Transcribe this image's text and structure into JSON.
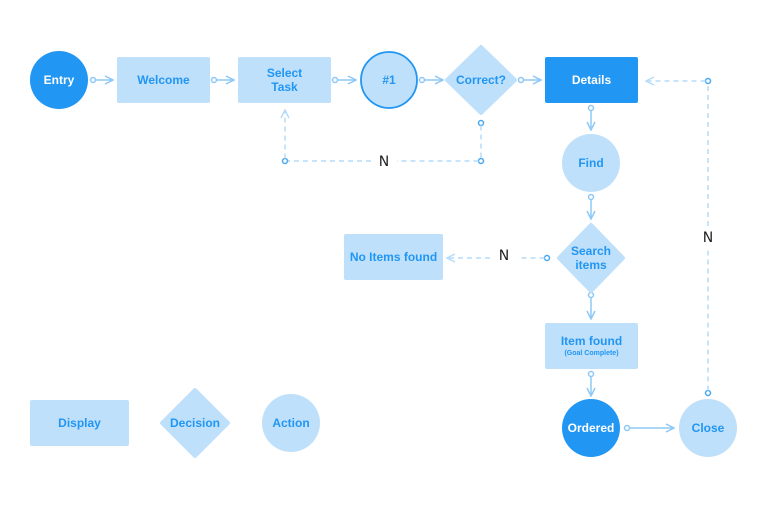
{
  "colors": {
    "light_fill": "#bfe0fb",
    "dark_fill": "#2196f3",
    "light_text": "#2196f3",
    "dark_text": "#ffffff",
    "connector": "#8ec8f6",
    "dashed": "#b6dcfa"
  },
  "nodes": {
    "entry": "Entry",
    "welcome": "Welcome",
    "select_task_1": "Select",
    "select_task_2": "Task",
    "step1": "#1",
    "correct": "Correct?",
    "details": "Details",
    "find": "Find",
    "search_items_1": "Search",
    "search_items_2": "items",
    "no_items_found": "No Items found",
    "item_found": "Item found",
    "goal_complete": "(Goal Complete)",
    "ordered": "Ordered",
    "close": "Close"
  },
  "edge_labels": {
    "correct_no": "N",
    "search_no": "N",
    "close_no": "N"
  },
  "legend": {
    "display": "Display",
    "decision": "Decision",
    "action": "Action"
  }
}
